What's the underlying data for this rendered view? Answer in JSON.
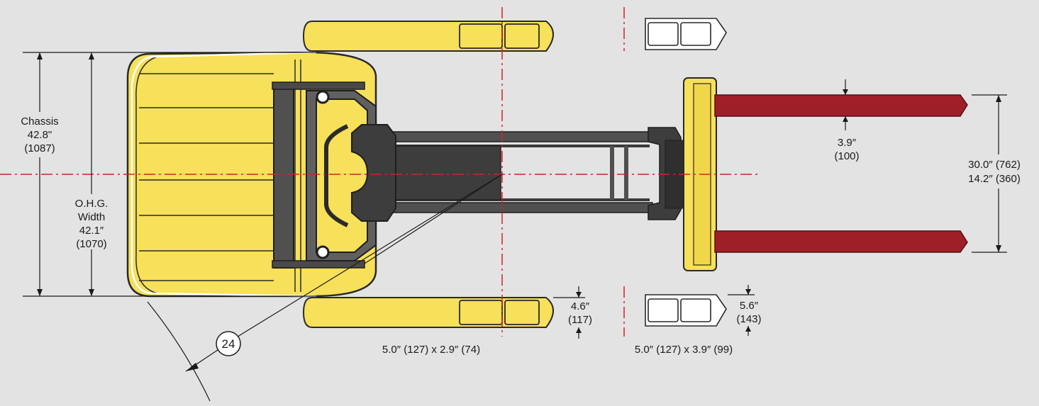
{
  "colors": {
    "background": "#e3e3e4",
    "chassis_yellow": "#f7e05a",
    "chassis_outline": "#2a2a2a",
    "fork_red": "#9e1f27",
    "centerline_red": "#d2232a",
    "mast_dark": "#3d3d3d"
  },
  "labels": {
    "chassis": {
      "line1": "Chassis",
      "line2": "42.8\"",
      "line3": "(1087)"
    },
    "ohg": {
      "line1": "O.H.G.",
      "line2": "Width",
      "line3": "42.1″",
      "line4": "(1070)"
    },
    "fork_thickness": {
      "line1": "3.9″",
      "line2": "(100)"
    },
    "fork_spread": {
      "line1": "30.0″ (762)",
      "line2": "14.2″ (360)"
    },
    "turning_radius": "24",
    "load_wheel_height_a": {
      "line1": "4.6″",
      "line2": "(117)"
    },
    "load_wheel_height_b": {
      "line1": "5.6″",
      "line2": "(143)"
    },
    "load_wheel_size_a": "5.0″ (127) x 2.9″ (74)",
    "load_wheel_size_b": "5.0″ (127) x 3.9″ (99)"
  }
}
